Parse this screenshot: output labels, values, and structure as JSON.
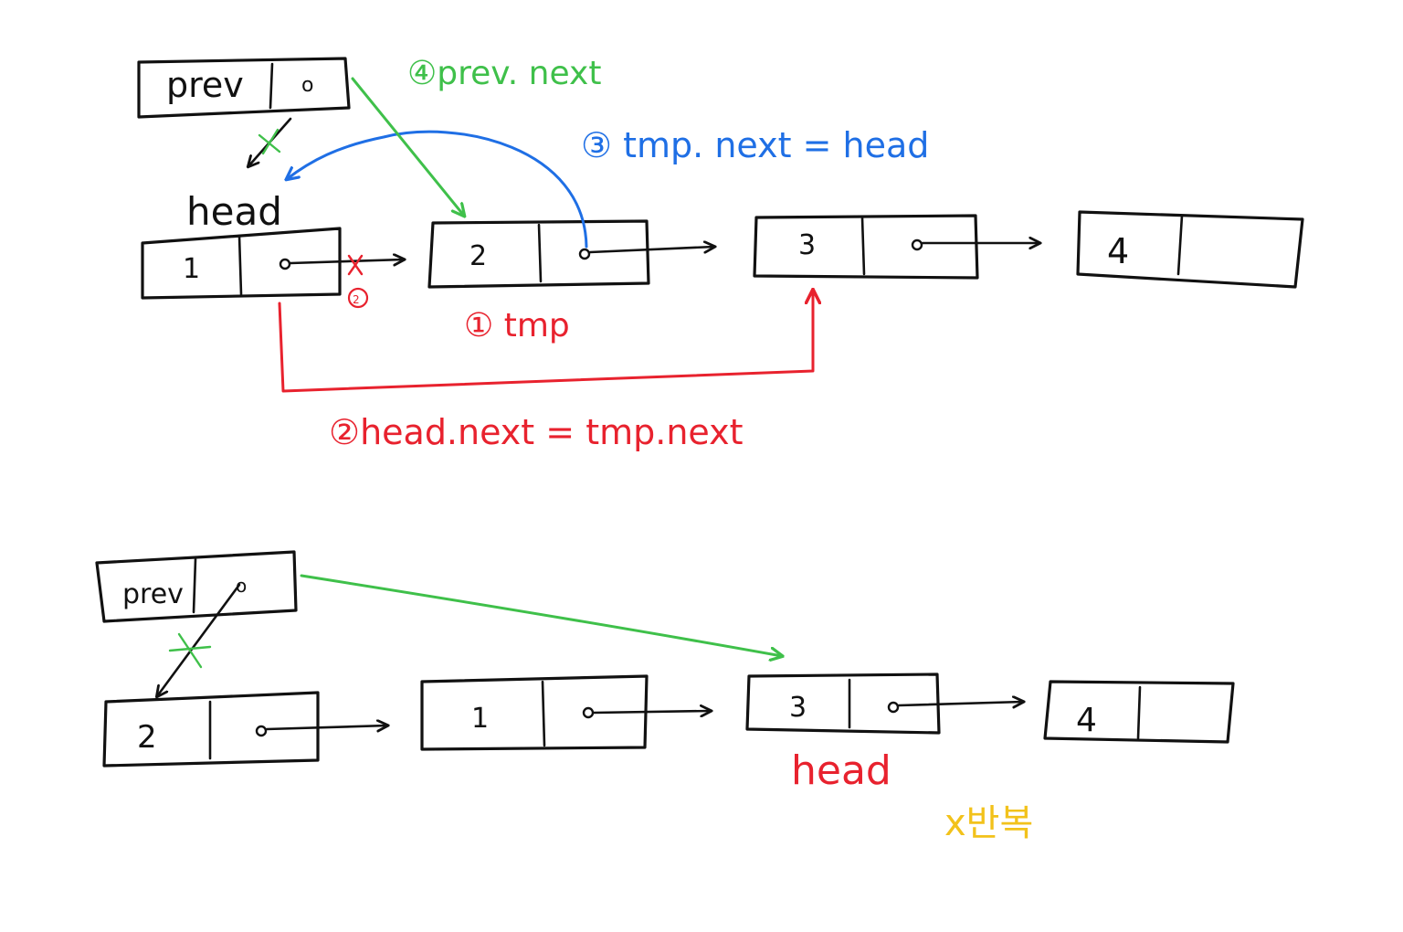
{
  "colors": {
    "ink": "#111111",
    "red": "#e8222e",
    "green": "#3fc04a",
    "blue": "#1f6fe5",
    "yellow": "#f2c21b"
  },
  "top": {
    "prev": {
      "label": "prev",
      "pointer": "o"
    },
    "nodes": [
      {
        "value": "1",
        "pointer": "o"
      },
      {
        "value": "2",
        "pointer": "o"
      },
      {
        "value": "3",
        "pointer": "o"
      },
      {
        "value": "4",
        "pointer": ""
      }
    ],
    "head_label": "head",
    "steps": {
      "step1": "① tmp",
      "step2": "②head.next = tmp.next",
      "step3": "③ tmp. next = head",
      "step4": "④prev. next",
      "step2_small": "②"
    }
  },
  "bottom": {
    "prev": {
      "label": "prev",
      "pointer": "o"
    },
    "nodes": [
      {
        "value": "2",
        "pointer": "o"
      },
      {
        "value": "1",
        "pointer": "o"
      },
      {
        "value": "3",
        "pointer": "o"
      },
      {
        "value": "4",
        "pointer": ""
      }
    ],
    "head_label": "head",
    "repeat_note": "x반복"
  }
}
